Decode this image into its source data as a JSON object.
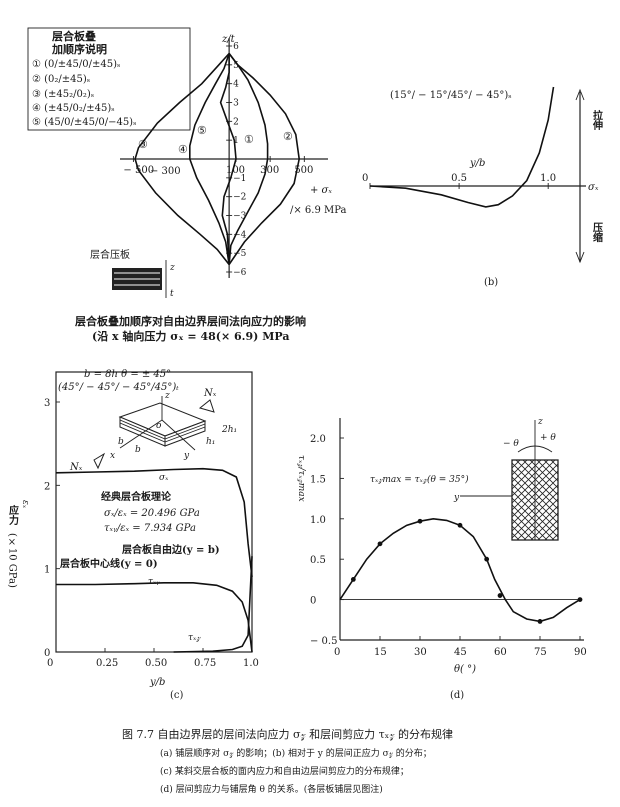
{
  "panel_a": {
    "legend_title_1": "层合板叠",
    "legend_title_2": "加顺序说明",
    "legend_items": [
      "① (0/±45/0/±45)ₛ",
      "② (0₂/±45)ₛ",
      "③ (±45₂/0₂)ₛ",
      "④ (±45/0₂/±45)ₛ",
      "⑤ (45/0/±45/0/−45)ₛ"
    ],
    "y_axis_label": "z/t",
    "x_axis_label": "+ σₓ",
    "x_unit": "/× 6.9 MPa",
    "left_label": "− 300",
    "curve_labels": [
      "③",
      "④",
      "⑤",
      "①",
      "②"
    ],
    "laminate_label": "层合压板",
    "laminate_z": "z",
    "laminate_t": "t",
    "caption_1": "层合板叠加顺序对自由边界层间法向应力的影响",
    "caption_2": "(沿 x 轴向压力 σₓ = 48(× 6.9) MPa"
  },
  "panel_b": {
    "title": "(15°/ − 15°/45°/ − 45°)ₛ",
    "x_axis_label": "y/b",
    "y_axis_label": "σₓ",
    "tension_label": "拉伸",
    "compression_label": "压缩",
    "panel_label": "(b)"
  },
  "panel_c": {
    "header_1": "b = 8h    θ = ± 45°",
    "header_2": "(45°/ − 45°/ − 45°/45°)ₜ",
    "classic_1": "经典层合板理论",
    "classic_2": "σₓ/εₓ = 20.496 GPa",
    "classic_3": "τₓᵧ/εₓ = 7.934 GPa",
    "free_edge": "层合板自由边(y = b)",
    "center_line": "层合板中心线(y = 0)",
    "y_axis_label_1": "应力",
    "y_axis_label_2": "(×10 GPa)",
    "eps_label": "εₓ",
    "x_axis_label": "y/b",
    "sigma_label": "σₓ",
    "tau_xy_label": "τₓᵧ",
    "tau_xz_label": "τₓ𝓏",
    "diag_N": "Nₓ",
    "diag_N2": "Nₓ",
    "diag_z": "z",
    "diag_y": "y",
    "diag_x": "x",
    "diag_o": "o",
    "diag_b": "b",
    "diag_b2": "b",
    "diag_2h": "2h₁",
    "diag_h": "h₁",
    "panel_label": "(c)"
  },
  "panel_d": {
    "y_axis_label": "τₓ𝓏/τₓ𝓏max",
    "x_axis_label": "θ(  °)",
    "annotation": "τₓ𝓏max = τₓ𝓏(θ = 35°)",
    "y_marker": "y",
    "z_marker": "z",
    "minus_theta": "− θ",
    "plus_theta": "+ θ",
    "panel_label": "(d)"
  },
  "figure_caption": {
    "main": "图 7.7    自由边界层的层间法向应力 σ𝓏 和层间剪应力 τₓ𝓏 的分布规律",
    "a": "(a) 铺层顺序对 σ𝓏 的影响；(b) 相对于 y 的层间正应力 σ𝓏 的分布；",
    "c": "(c) 某斜交层合板的面内应力和自由边层间剪应力的分布规律；",
    "d": "(d) 层间剪应力与铺层角 θ 的关系。(各层板铺层见图注)"
  },
  "chart_data": [
    {
      "panel": "a",
      "type": "line",
      "xlabel": "+ σₓ",
      "ylabel": "z/t",
      "xlim": [
        -520,
        580
      ],
      "ylim": [
        -6,
        6
      ],
      "x_ticks": [
        -500,
        100,
        300,
        500
      ],
      "y_ticks": [
        -6,
        -5,
        -4,
        -3,
        -2,
        -1,
        1,
        2,
        3,
        4,
        5,
        6
      ],
      "x_tick_labels": [
        "− 500",
        "100",
        "300",
        "500"
      ],
      "y_tick_labels": [
        "−6",
        "−5",
        "−4",
        "−3",
        "−2",
        "−1",
        "1",
        "2",
        "3",
        "4",
        "5",
        "6"
      ],
      "series": [
        {
          "name": "①",
          "points": [
            [
              60,
              5.6
            ],
            [
              110,
              5.0
            ],
            [
              170,
              4.2
            ],
            [
              230,
              3.0
            ],
            [
              270,
              1.8
            ],
            [
              285,
              0.8
            ],
            [
              285,
              0
            ],
            [
              270,
              -0.8
            ],
            [
              230,
              -1.8
            ],
            [
              170,
              -2.8
            ],
            [
              110,
              -3.8
            ],
            [
              70,
              -4.6
            ],
            [
              60,
              -5.6
            ]
          ]
        },
        {
          "name": "②",
          "points": [
            [
              60,
              5.6
            ],
            [
              110,
              5.0
            ],
            [
              200,
              4.3
            ],
            [
              300,
              3.4
            ],
            [
              390,
              2.4
            ],
            [
              450,
              1.3
            ],
            [
              470,
              0
            ],
            [
              440,
              -1.3
            ],
            [
              360,
              -2.4
            ],
            [
              250,
              -3.4
            ],
            [
              150,
              -4.4
            ],
            [
              60,
              -5.6
            ]
          ]
        },
        {
          "name": "③",
          "points": [
            [
              60,
              5.6
            ],
            [
              0,
              5.0
            ],
            [
              -100,
              4.0
            ],
            [
              -230,
              3.0
            ],
            [
              -360,
              1.9
            ],
            [
              -470,
              0.6
            ],
            [
              -490,
              0
            ],
            [
              -470,
              -0.6
            ],
            [
              -370,
              -1.8
            ],
            [
              -240,
              -3.0
            ],
            [
              -110,
              -4.0
            ],
            [
              -10,
              -4.8
            ],
            [
              60,
              -5.6
            ]
          ]
        },
        {
          "name": "④",
          "points": [
            [
              60,
              5.6
            ],
            [
              30,
              4.8
            ],
            [
              -20,
              4.0
            ],
            [
              -80,
              3.0
            ],
            [
              -140,
              1.8
            ],
            [
              -170,
              0.7
            ],
            [
              -170,
              0
            ],
            [
              -130,
              -1.0
            ],
            [
              -60,
              -2.2
            ],
            [
              0,
              -3.4
            ],
            [
              40,
              -4.4
            ],
            [
              60,
              -5.6
            ]
          ]
        },
        {
          "name": "⑤",
          "points": [
            [
              60,
              5.6
            ],
            [
              60,
              4.6
            ],
            [
              40,
              3.8
            ],
            [
              10,
              3.0
            ],
            [
              50,
              2.0
            ],
            [
              90,
              1.0
            ],
            [
              100,
              0
            ],
            [
              70,
              -1.0
            ],
            [
              30,
              -2.0
            ],
            [
              20,
              -3.0
            ],
            [
              50,
              -4.0
            ],
            [
              60,
              -5.6
            ]
          ]
        }
      ]
    },
    {
      "panel": "b",
      "type": "line",
      "xlabel": "y/b",
      "ylabel": "σₓ",
      "xlim": [
        0,
        1.1
      ],
      "x_ticks": [
        0,
        0.5,
        1.0
      ],
      "x_tick_labels": [
        "0",
        "0.5",
        "1.0"
      ],
      "series": [
        {
          "name": "",
          "points": [
            [
              0,
              0
            ],
            [
              0.2,
              -0.02
            ],
            [
              0.4,
              -0.08
            ],
            [
              0.55,
              -0.15
            ],
            [
              0.65,
              -0.19
            ],
            [
              0.72,
              -0.17
            ],
            [
              0.8,
              -0.09
            ],
            [
              0.88,
              0.05
            ],
            [
              0.95,
              0.3
            ],
            [
              1.0,
              0.6
            ],
            [
              1.03,
              0.9
            ]
          ]
        }
      ]
    },
    {
      "panel": "c",
      "type": "line",
      "xlabel": "y/b",
      "ylabel": "应力 (×10 GPa)",
      "xlim": [
        0,
        1.0
      ],
      "ylim": [
        0,
        3
      ],
      "x_ticks": [
        0,
        0.25,
        0.5,
        0.75,
        1.0
      ],
      "x_tick_labels": [
        "0",
        "0.25",
        "0.50",
        "0.75",
        "1.0"
      ],
      "y_ticks": [
        0,
        1,
        2,
        3
      ],
      "y_tick_labels": [
        "0",
        "1",
        "2",
        "3"
      ],
      "series": [
        {
          "name": "σₓ",
          "points": [
            [
              0,
              2.15
            ],
            [
              0.2,
              2.16
            ],
            [
              0.4,
              2.17
            ],
            [
              0.6,
              2.19
            ],
            [
              0.75,
              2.2
            ],
            [
              0.85,
              2.18
            ],
            [
              0.92,
              2.1
            ],
            [
              0.96,
              1.8
            ],
            [
              0.98,
              1.3
            ],
            [
              1.0,
              0.9
            ]
          ]
        },
        {
          "name": "τₓᵧ",
          "points": [
            [
              0,
              0.81
            ],
            [
              0.2,
              0.81
            ],
            [
              0.4,
              0.82
            ],
            [
              0.55,
              0.83
            ],
            [
              0.7,
              0.83
            ],
            [
              0.82,
              0.8
            ],
            [
              0.9,
              0.73
            ],
            [
              0.95,
              0.6
            ],
            [
              0.98,
              0.38
            ],
            [
              1.0,
              0.0
            ]
          ]
        },
        {
          "name": "τₓ𝓏",
          "points": [
            [
              0.6,
              0
            ],
            [
              0.8,
              0.01
            ],
            [
              0.9,
              0.03
            ],
            [
              0.95,
              0.07
            ],
            [
              0.98,
              0.2
            ],
            [
              1.0,
              1.15
            ]
          ]
        }
      ]
    },
    {
      "panel": "d",
      "type": "line",
      "xlabel": "θ(  °)",
      "ylabel": "τₓ𝓏/τₓ𝓏max",
      "xlim": [
        0,
        90
      ],
      "ylim": [
        -0.5,
        2.0
      ],
      "x_ticks": [
        0,
        15,
        30,
        45,
        60,
        75,
        90
      ],
      "x_tick_labels": [
        "0",
        "15",
        "30",
        "45",
        "60",
        "75",
        "90"
      ],
      "y_ticks": [
        -0.5,
        0,
        0.5,
        1.0,
        1.5,
        2.0
      ],
      "y_tick_labels": [
        "− 0.5",
        "0",
        "0.5",
        "1.0",
        "1.5",
        "2.0"
      ],
      "series": [
        {
          "name": "",
          "points": [
            [
              0,
              0.0
            ],
            [
              5,
              0.25
            ],
            [
              10,
              0.5
            ],
            [
              15,
              0.69
            ],
            [
              20,
              0.82
            ],
            [
              25,
              0.92
            ],
            [
              30,
              0.97
            ],
            [
              35,
              1.0
            ],
            [
              40,
              0.98
            ],
            [
              45,
              0.92
            ],
            [
              50,
              0.78
            ],
            [
              55,
              0.5
            ],
            [
              58,
              0.25
            ],
            [
              62,
              0.0
            ],
            [
              65,
              -0.15
            ],
            [
              70,
              -0.24
            ],
            [
              75,
              -0.27
            ],
            [
              80,
              -0.22
            ],
            [
              85,
              -0.1
            ],
            [
              90,
              0.0
            ]
          ]
        }
      ],
      "markers": [
        [
          5,
          0.25
        ],
        [
          15,
          0.69
        ],
        [
          30,
          0.97
        ],
        [
          45,
          0.92
        ],
        [
          55,
          0.5
        ],
        [
          60,
          0.05
        ],
        [
          75,
          -0.27
        ],
        [
          90,
          0.0
        ]
      ]
    }
  ]
}
